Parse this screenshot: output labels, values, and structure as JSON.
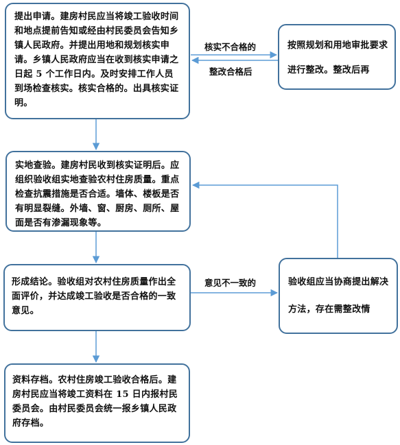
{
  "steps": {
    "apply": {
      "lead": "提出申请。",
      "text": "建房村民应当将竣工验收时间和地点提前告知或经由村民委员会告知乡镇人民政府。并提出用地和规划核实申请。乡镇人民政府应当在收到核实申请之日起 5 个工作日内。及时安排工作人员到场检查核实。核实合格的。出具核实证明。"
    },
    "inspect": {
      "lead": "实地查验。",
      "text": "建房村民收到核实证明后。应组织验收组实地查验农村住房质量。重点检查抗震措施是否合适。墙体、楼板是否有明显裂缝。外墙、窗、厨房、厕所、屋面是否有渗漏现象等。"
    },
    "conclude": {
      "lead": "形成结论。",
      "text": "验收组对农村住房质量作出全面评价，并达成竣工验收是否合格的一致意见。"
    },
    "archive": {
      "lead": "资料存档。",
      "text": "农村住房竣工验收合格后。建房村民应当将竣工资料在 15 日内报村民委员会。由村民委员会统一报乡镇人民政府存档。"
    }
  },
  "side": {
    "rectify": "按照规划和用地审批要求进行整改。整改后再",
    "consult": "验收组应当协商提出解决方法，存在需整改情"
  },
  "edges": {
    "unqualified": "核实不合格的",
    "rectified": "整改合格后",
    "disagree": "意见不一致的"
  },
  "colors": {
    "border": "#41719c",
    "arrow": "#5b9bd5",
    "text": "#111111"
  }
}
